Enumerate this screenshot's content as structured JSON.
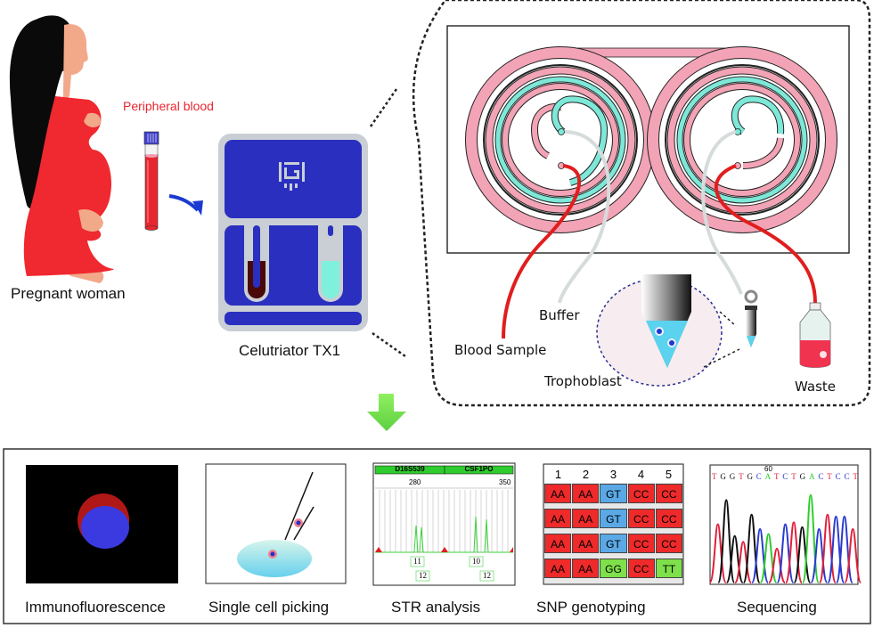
{
  "top": {
    "subject_label": "Pregnant woman",
    "sample_label": "Peripheral blood",
    "device_label": "Celutriator TX1",
    "device_logo_letter": "G"
  },
  "chip": {
    "labels": {
      "blood_sample": "Blood Sample",
      "buffer": "Buffer",
      "trophoblast": "Trophoblast",
      "waste": "Waste"
    }
  },
  "analyses": [
    {
      "label": "Immunofluorescence"
    },
    {
      "label": "Single cell picking"
    },
    {
      "label": "STR analysis"
    },
    {
      "label": "SNP genotyping"
    },
    {
      "label": "Sequencing"
    }
  ],
  "str": {
    "markers": [
      "D16S539",
      "CSF1PO"
    ],
    "ticks": [
      "280",
      "350"
    ],
    "alleles": [
      "11",
      "12",
      "10",
      "12"
    ]
  },
  "snp": {
    "columns": [
      "1",
      "2",
      "3",
      "4",
      "5"
    ],
    "rows": [
      [
        "AA",
        "AA",
        "GT",
        "CC",
        "CC"
      ],
      [
        "AA",
        "AA",
        "GT",
        "CC",
        "CC"
      ],
      [
        "AA",
        "AA",
        "GT",
        "CC",
        "CC"
      ],
      [
        "AA",
        "AA",
        "GG",
        "CC",
        "TT"
      ]
    ],
    "colors": {
      "hom_ref": "#ee2a2a",
      "het": "#5aa9e6",
      "hom_alt": "#7ee04a"
    }
  },
  "seq": {
    "position_label": "60",
    "bases": "TGGTGCATCTGACTCCT"
  },
  "colors": {
    "blood": "#e8262f",
    "device": "#2a2fc0",
    "chip_pink": "#f2a3b5",
    "chip_cyan": "#7de8d8",
    "arrow_green": "#7ee04a"
  }
}
